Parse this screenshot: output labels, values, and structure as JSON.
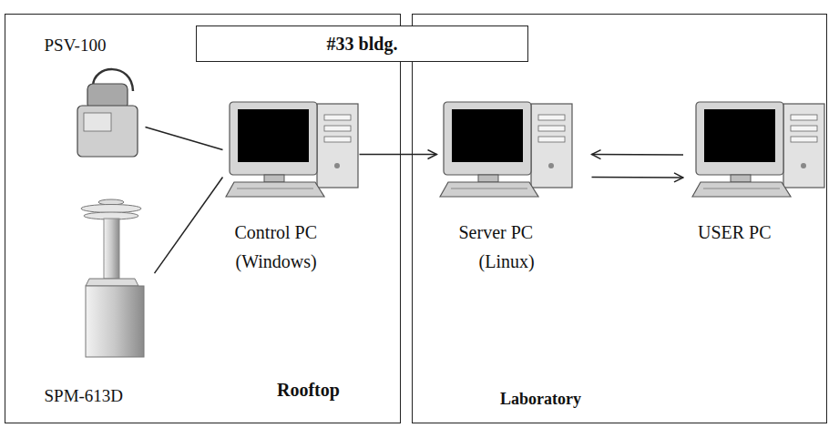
{
  "diagram": {
    "nodes": [
      {
        "text": [
          "Rooftop"
        ]
      },
      {
        "text": [
          "Laboratory"
        ]
      },
      {
        "text": [
          "#33 bldg."
        ]
      },
      {
        "text": [
          "PSV-100"
        ],
        "in": 0
      },
      {
        "text": [
          "Control PC",
          "(Windows)"
        ],
        "in": 0
      },
      {
        "text": [
          "SPM-613D"
        ],
        "in": 0
      },
      {
        "text": [
          "Server PC",
          "(Linux)"
        ],
        "in": 1
      },
      {
        "text": [
          "USER PC"
        ]
      }
    ],
    "edges": [
      {
        "from": 3,
        "to": 4,
        "arrow": "none"
      },
      {
        "from": 5,
        "to": 4,
        "arrow": "none"
      },
      {
        "from": 4,
        "to": 6,
        "arrow": "to"
      },
      {
        "from": 7,
        "to": 6,
        "arrow": "to"
      },
      {
        "from": 6,
        "to": 7,
        "arrow": "to"
      }
    ]
  }
}
